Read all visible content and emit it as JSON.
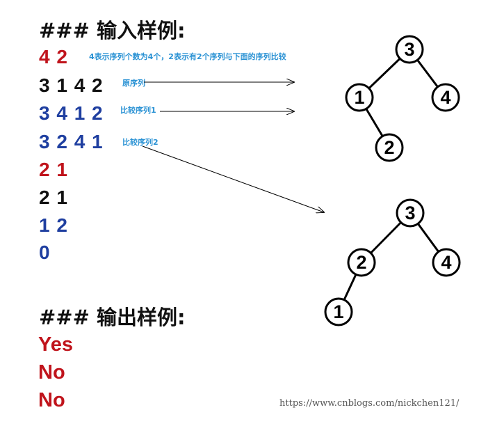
{
  "input_heading": "### 输入样例:",
  "output_heading": "### 输出样例:",
  "input_lines": [
    {
      "text": "4 2",
      "color": "#c0141c"
    },
    {
      "text": "3 1 4 2",
      "color": "#111111"
    },
    {
      "text": "3 4 1 2",
      "color": "#1f3fa0"
    },
    {
      "text": "3 2 4 1",
      "color": "#1f3fa0"
    },
    {
      "text": "2 1",
      "color": "#c0141c"
    },
    {
      "text": "2 1",
      "color": "#111111"
    },
    {
      "text": "1 2",
      "color": "#1f3fa0"
    },
    {
      "text": "0",
      "color": "#1f3fa0"
    }
  ],
  "annotations": {
    "first_line": "4表示序列个数为4个，2表示有2个序列与下面的序列比较",
    "original": "原序列",
    "compare1": "比较序列1",
    "compare2": "比较序列2"
  },
  "output_lines": [
    "Yes",
    "No",
    "No"
  ],
  "tree1": {
    "nodes": [
      {
        "label": "3",
        "role": "root"
      },
      {
        "label": "1",
        "role": "left"
      },
      {
        "label": "4",
        "role": "right"
      },
      {
        "label": "2",
        "role": "left-right"
      }
    ]
  },
  "tree2": {
    "nodes": [
      {
        "label": "3",
        "role": "root"
      },
      {
        "label": "2",
        "role": "left"
      },
      {
        "label": "4",
        "role": "right"
      },
      {
        "label": "1",
        "role": "left-left"
      }
    ]
  },
  "watermark": "https://www.cnblogs.com/nickchen121/",
  "colors": {
    "red": "#c0141c",
    "blue": "#1f3fa0",
    "black": "#111111",
    "note": "#2a92d4"
  }
}
